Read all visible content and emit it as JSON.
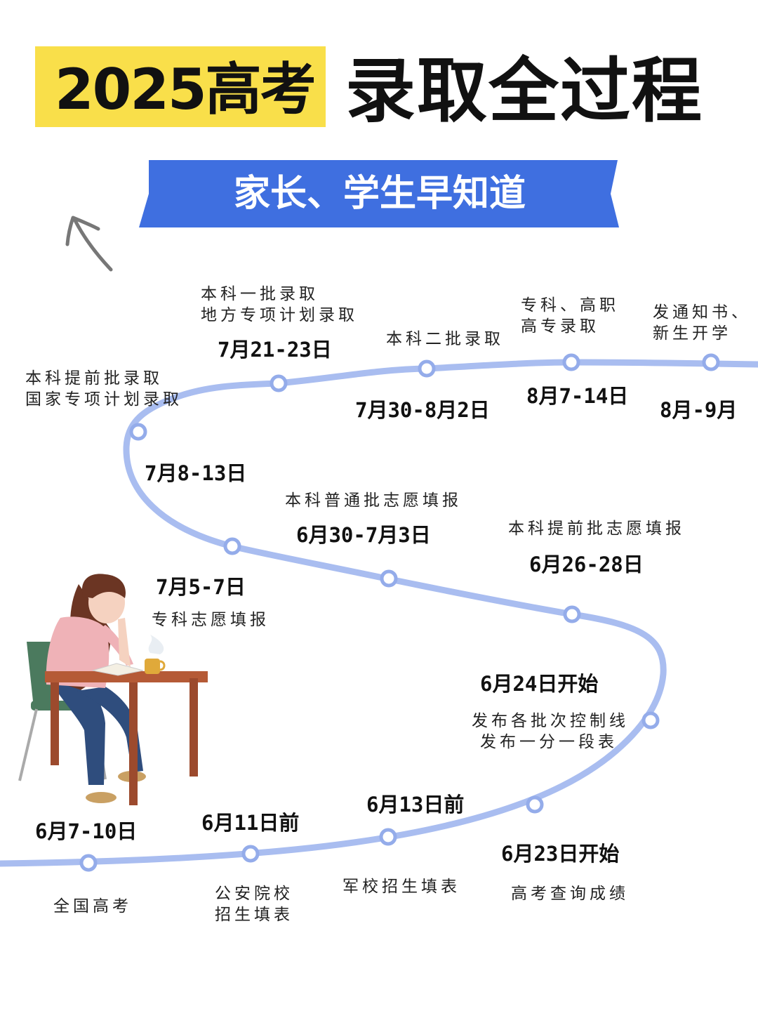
{
  "header": {
    "title_highlight": "2025高考",
    "title_main": "录取全过程",
    "subtitle": "家长、学生早知道"
  },
  "colors": {
    "highlight_yellow": "#f9df4a",
    "banner_blue": "#3f6fe0",
    "path_blue": "#a9bdf0",
    "node_stroke": "#94acea",
    "arrow_gray": "#777777"
  },
  "timeline": [
    {
      "date": "6月7-10日",
      "lines": [
        "全国高考"
      ]
    },
    {
      "date": "6月11日前",
      "lines": [
        "公安院校",
        "招生填表"
      ]
    },
    {
      "date": "6月13日前",
      "lines": [
        "军校招生填表"
      ]
    },
    {
      "date": "6月23日开始",
      "lines": [
        "高考查询成绩"
      ]
    },
    {
      "date": "6月24日开始",
      "lines": [
        "发布各批次控制线",
        "发布一分一段表"
      ]
    },
    {
      "date": "6月26-28日",
      "lines": [
        "本科提前批志愿填报"
      ]
    },
    {
      "date": "6月30-7月3日",
      "lines": [
        "本科普通批志愿填报"
      ]
    },
    {
      "date": "7月5-7日",
      "lines": [
        "专科志愿填报"
      ]
    },
    {
      "date": "7月8-13日",
      "lines": [
        "本科提前批录取",
        "国家专项计划录取"
      ]
    },
    {
      "date": "7月21-23日",
      "lines": [
        "本科一批录取",
        "地方专项计划录取"
      ]
    },
    {
      "date": "7月30-8月2日",
      "lines": [
        "本科二批录取"
      ]
    },
    {
      "date": "8月7-14日",
      "lines": [
        "专科、高职",
        "高专录取"
      ]
    },
    {
      "date": "8月-9月",
      "lines": [
        "发通知书、",
        "新生开学"
      ]
    }
  ]
}
